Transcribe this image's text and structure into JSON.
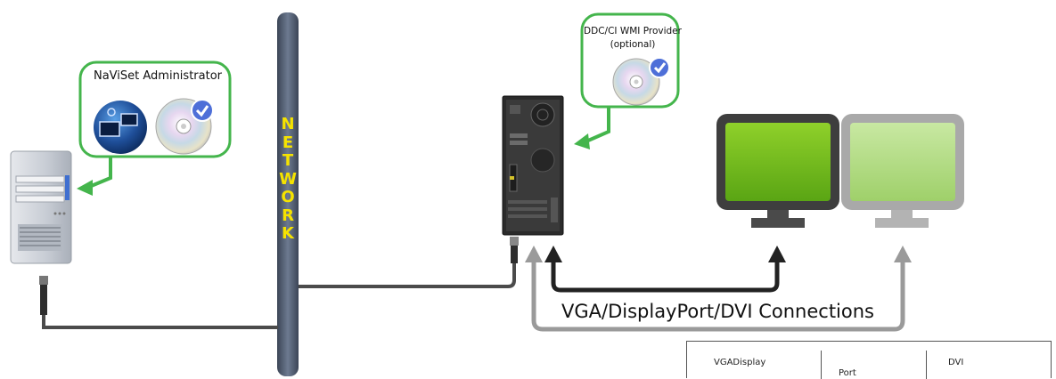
{
  "admin_callout": {
    "label": "NaViSet Administrator"
  },
  "ddc_callout": {
    "label": "DDC/CI WMI Provider",
    "sublabel": "(optional)"
  },
  "network": {
    "letters": [
      "N",
      "E",
      "T",
      "W",
      "O",
      "R",
      "K"
    ]
  },
  "connections_label": "VGA/DisplayPort/DVI Connections",
  "legend": {
    "vga": "VGADisplay",
    "port": "Port",
    "dvi": "DVI"
  },
  "colors": {
    "callout_border": "#44b54c",
    "arrow_green": "#4caf50",
    "monitor_green": "#7fc31e",
    "monitor_light_green": "#b6de8a",
    "network_pole": "#556072",
    "network_text": "#f5e300",
    "cable": "#4b4b4b",
    "gray_cable": "#9a9a9a"
  }
}
